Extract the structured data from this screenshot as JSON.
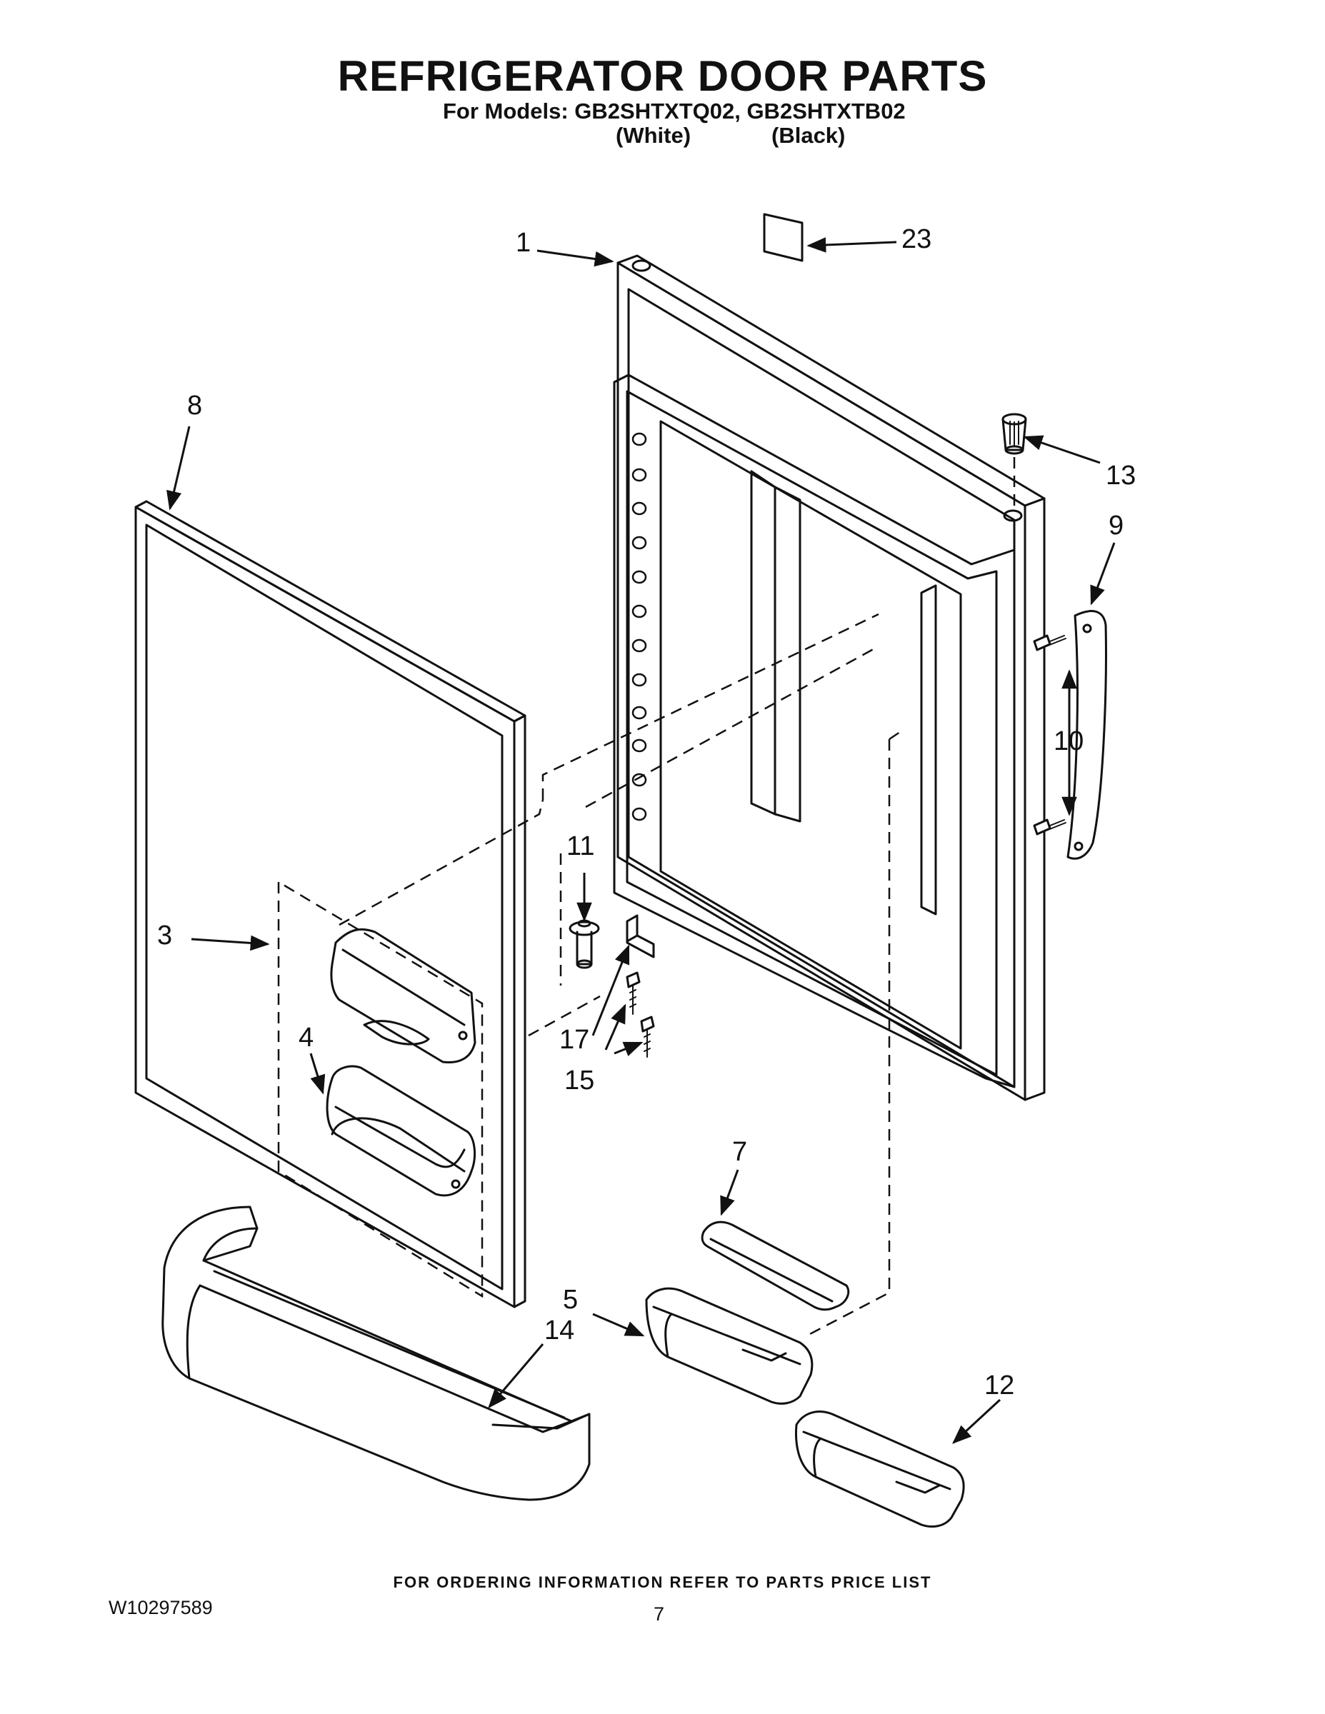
{
  "header": {
    "title": "REFRIGERATOR DOOR PARTS",
    "models_line": "For Models: GB2SHTXTQ02, GB2SHTXTB02",
    "variants": [
      "(White)",
      "(Black)"
    ]
  },
  "callouts": [
    "1",
    "23",
    "8",
    "13",
    "9",
    "10",
    "11",
    "3",
    "17",
    "15",
    "4",
    "7",
    "5",
    "14",
    "12"
  ],
  "footer": {
    "ordering_note": "FOR ORDERING INFORMATION REFER TO PARTS PRICE LIST",
    "document_number": "W10297589",
    "page_number": "7"
  }
}
